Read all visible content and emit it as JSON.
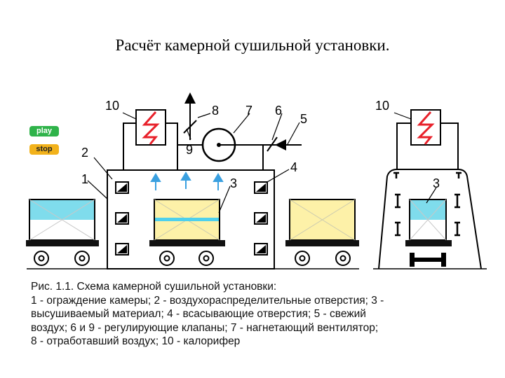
{
  "title": "Расчёт камерной сушильной установки.",
  "buttons": {
    "play": "play",
    "stop": "stop"
  },
  "labels": {
    "n1": "1",
    "n2": "2",
    "n3": "3",
    "n4": "4",
    "n5": "5",
    "n6": "6",
    "n7": "7",
    "n8": "8",
    "n9": "9",
    "n10": "10",
    "side_n10": "10",
    "side_n3": "3"
  },
  "caption": [
    "Рис. 1.1. Схема камерной сушильной установки:",
    "1 - ограждение камеры; 2 - воздухораспределительные отверстия; 3 -",
    "высушиваемый материал; 4 - всасывающие отверстия; 5 - свежий",
    "воздух; 6 и 9 - регулирующие клапаны; 7 - нагнетающий вентилятор;",
    "8 - отработавший воздух; 10 - калорифер"
  ],
  "colors": {
    "play": "#2fb34a",
    "stop": "#f2b21b",
    "heater": "#e8202a",
    "airflow": "#3aa0e0",
    "material": "#fdf1a8",
    "cart_top": "#7fdcec"
  }
}
